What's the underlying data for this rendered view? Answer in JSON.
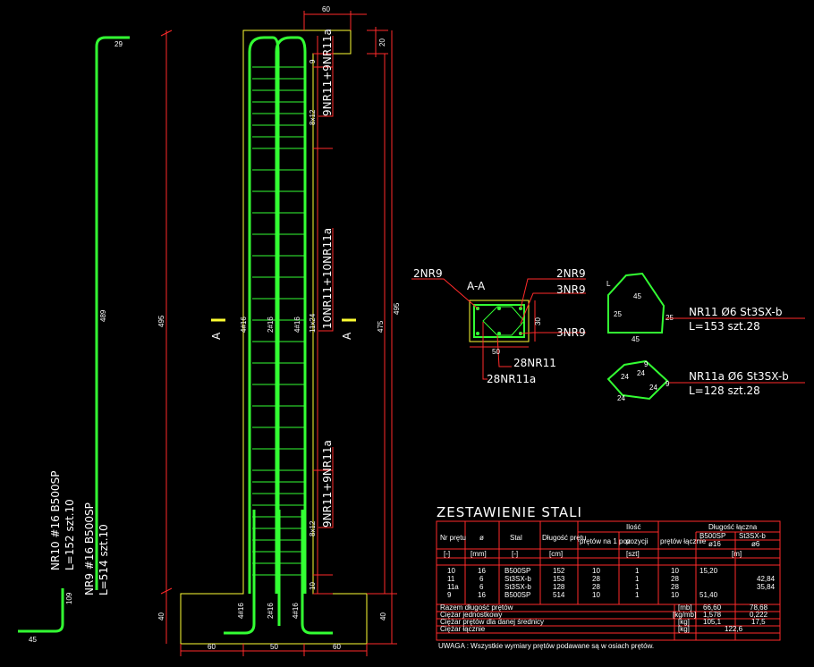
{
  "colors": {
    "background": "#000000",
    "rebar": "#33ff33",
    "dimension": "#ff2a2a",
    "text": "#ffffff",
    "accent": "#ffff33"
  },
  "left_bar": {
    "dim_top": "29",
    "dim_height": "489",
    "dim_bottom_vert": "109",
    "dim_bottom_horiz": "45",
    "nr10_code": "NR10 #16 B500SP",
    "nr10_len": "L=152 szt.10",
    "nr9_code": "NR9 #16 B500SP",
    "nr9_len": "L=514 szt.10"
  },
  "column": {
    "dim_left_total": "495",
    "dim_right_475": "475",
    "dim_right_495": "495",
    "dim_top_width": "60",
    "dim_top_20": "20",
    "dim_spacing_9": "9",
    "dim_8x12_top": "8x12",
    "dim_11x24": "11x24",
    "dim_8x12_bottom": "8x12",
    "dim_10": "10",
    "stirrups_top": "9NR11+9NR11a",
    "stirrups_mid": "10NR11+10NR11a",
    "stirrups_bot": "9NR11+9NR11a",
    "bars_left": "4#16",
    "bars_center": "2#16",
    "bars_right": "4#16",
    "section_marker": "A",
    "base_bars_left": "4#16",
    "base_bars_center": "2#16",
    "base_bars_right": "4#16",
    "base_height_left": "40",
    "base_height_right": "40",
    "base_dims": [
      "60",
      "50",
      "60"
    ]
  },
  "section": {
    "title": "A-A",
    "lbl_2nr9_left": "2NR9",
    "lbl_2nr9_right": "2NR9",
    "lbl_3nr9_top": "3NR9",
    "lbl_3nr9_bottom": "3NR9",
    "lbl_28nr11": "28NR11",
    "lbl_28nr11a": "28NR11a",
    "dim_width": "50",
    "dim_height": "30"
  },
  "shapes": {
    "nr11_code": "NR11 Ø6 St3SX-b",
    "nr11_len": "L=153 szt.28",
    "nr11_dims": [
      "L",
      "45",
      "25",
      "25",
      "45"
    ],
    "nr11a_code": "NR11a Ø6 St3SX-b",
    "nr11a_len": "L=128 szt.28",
    "nr11a_dims": [
      "24",
      "24",
      "24",
      "9",
      "9",
      "24"
    ]
  },
  "table": {
    "title": "ZESTAWIENIE STALI",
    "h_nr": "Nr prętu",
    "h_fi": "ø",
    "h_stal": "Stal",
    "h_dlug": "Długość prętu",
    "h_ilosc": "Ilość",
    "h_na1": "prętów na 1 poz",
    "h_poz": "pozycji",
    "h_lacz": "prętów łącznie",
    "h_dlug_lacz": "Długość łączna",
    "h_b500": "B500SP",
    "h_st3": "St3SX-b",
    "h_fi16": "ø16",
    "h_fi6": "ø6",
    "u_dash1": "[-]",
    "u_mm": "[mm]",
    "u_dash2": "[-]",
    "u_cm": "[cm]",
    "u_szt": "[szt]",
    "u_m": "[m]",
    "rows": [
      [
        "10",
        "16",
        "B500SP",
        "152",
        "10",
        "1",
        "10",
        "15,20",
        ""
      ],
      [
        "11",
        "6",
        "St3SX-b",
        "153",
        "28",
        "1",
        "28",
        "",
        "42,84"
      ],
      [
        "11a",
        "6",
        "St3SX-b",
        "128",
        "28",
        "1",
        "28",
        "",
        "35,84"
      ],
      [
        "9",
        "16",
        "B500SP",
        "514",
        "10",
        "1",
        "10",
        "51,40",
        ""
      ]
    ],
    "sum_rows": [
      [
        "Razem długość prętów",
        "[mb]",
        "66,60",
        "78,68"
      ],
      [
        "Ciężar jednostkowy",
        "[kg/mb]",
        "1,578",
        "0,222"
      ],
      [
        "Ciężar prętów dla danej średnicy",
        "[kg]",
        "105,1",
        "17,5"
      ],
      [
        "Ciężar łącznie",
        "[kg]",
        "122,6",
        ""
      ]
    ],
    "note": "UWAGA : Wszystkie wymiary prętów podawane są w osiach prętów."
  }
}
